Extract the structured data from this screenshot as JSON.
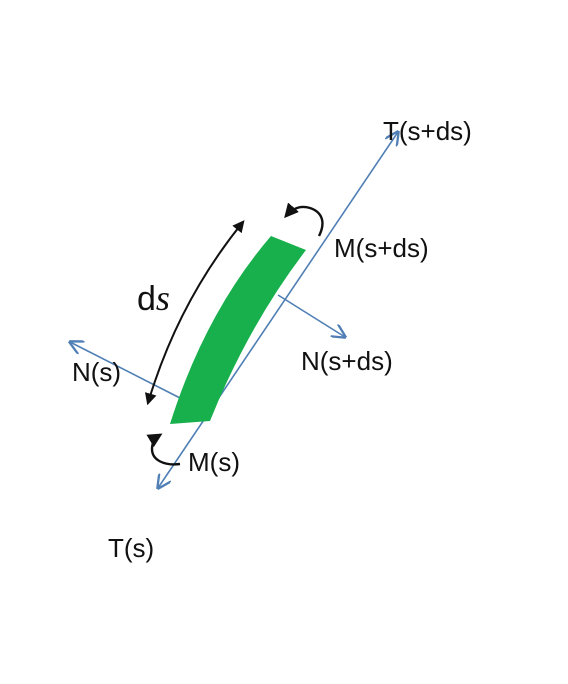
{
  "labels": {
    "t_top": "T(s+ds)",
    "m_top": "M(s+ds)",
    "n_right": "N(s+ds)",
    "ds_d": "d",
    "ds_s": "s",
    "n_left": "N(s)",
    "m_bottom": "M(s)",
    "t_bottom": "T(s)"
  },
  "colors": {
    "element": "#17b04c",
    "force_arrow": "#4f7fb4",
    "moment_arrow": "#111111",
    "text": "#111111"
  }
}
